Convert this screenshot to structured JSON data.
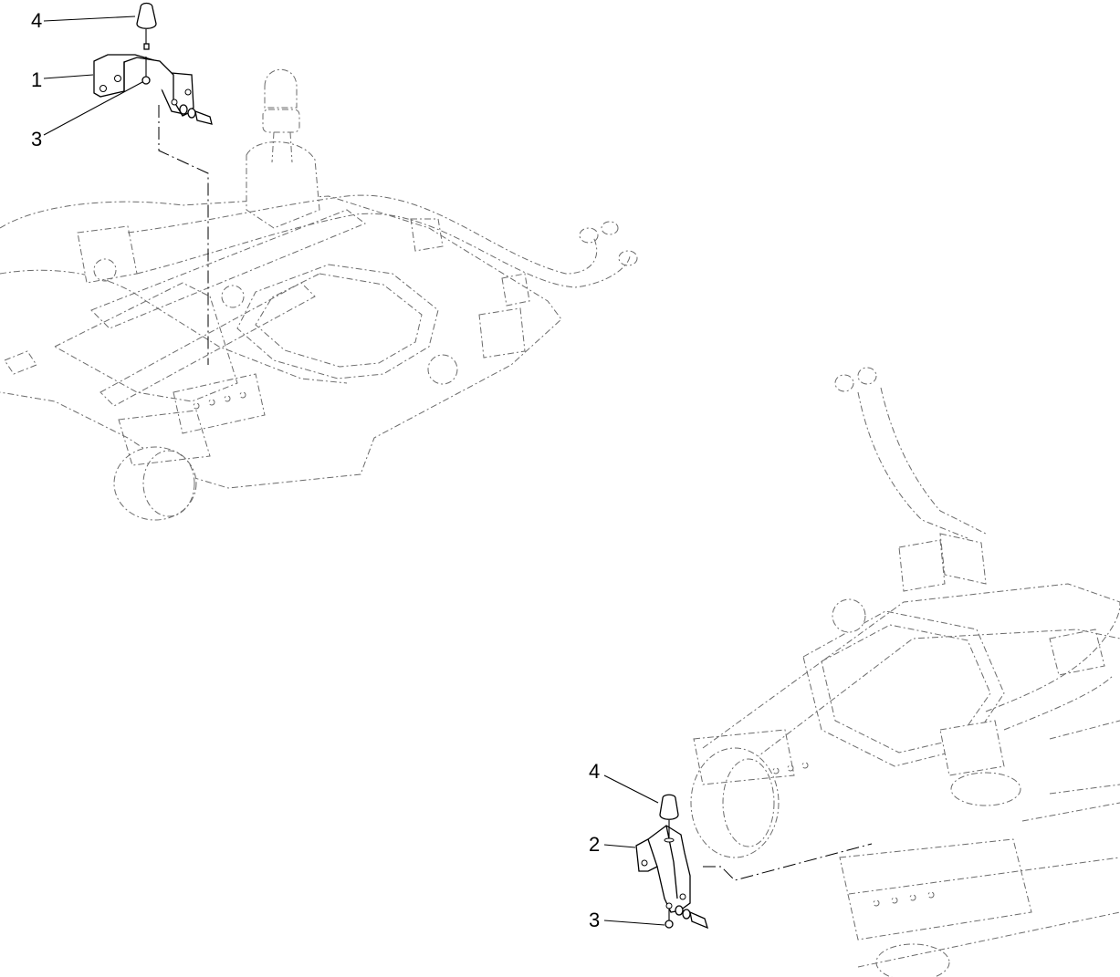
{
  "diagram": {
    "type": "exploded-parts-view",
    "views": [
      {
        "id": "left-deck-view",
        "callouts": [
          {
            "number": "4",
            "part": "cap"
          },
          {
            "number": "1",
            "part": "bracket"
          },
          {
            "number": "3",
            "part": "nut"
          }
        ]
      },
      {
        "id": "right-deck-view",
        "callouts": [
          {
            "number": "4",
            "part": "cap"
          },
          {
            "number": "2",
            "part": "bracket"
          },
          {
            "number": "3",
            "part": "nut"
          }
        ]
      }
    ],
    "colors": {
      "background": "#ffffff",
      "part_lines": "#000000",
      "phantom_lines": "#6b6b6b"
    }
  }
}
